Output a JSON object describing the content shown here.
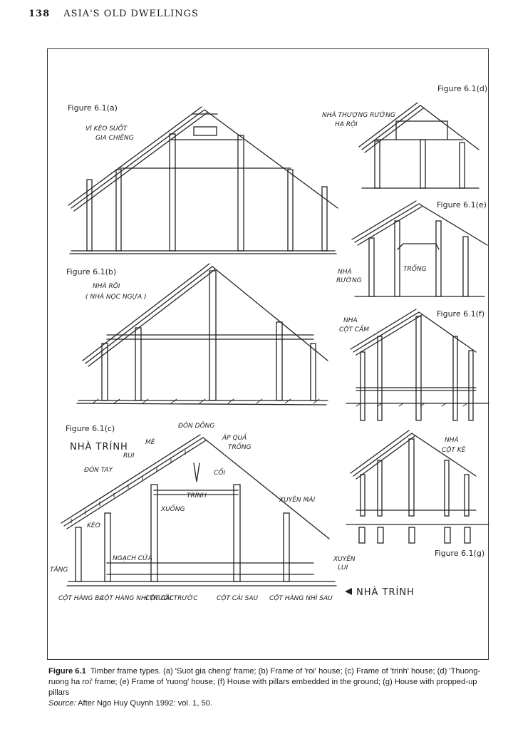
{
  "header": {
    "page_number": "138",
    "book_title": "ASIA'S OLD DWELLINGS"
  },
  "figures": {
    "a": {
      "label": "Figure 6.1(a)",
      "notes": [
        "VÌ KÈO SUỐT",
        "GIA CHIÊNG"
      ]
    },
    "b": {
      "label": "Figure 6.1(b)",
      "notes": [
        "NHÀ RỘI",
        "( NHÀ NỌC NGỰA )"
      ]
    },
    "c": {
      "label": "Figure 6.1(c)",
      "title": "NHÀ TRÍNH",
      "notes": [
        "ĐÒN DÔNG",
        "MÈ",
        "ÁP QUẢ",
        "TRỐNG",
        "RUI",
        "ĐÒN TAY",
        "CỐI",
        "TRÍNH",
        "XUỐNG",
        "XUYÊN MÁI",
        "KÈO",
        "NGẠCH CỬA",
        "TĂNG",
        "XUYÊN",
        "LUI"
      ],
      "bottom_notes": [
        "CỘT HÀNG BA",
        "CỘT HÀNG NHÌ TRƯỚC",
        "CỘT CÁI TRƯỚC",
        "CỘT CÁI SAU",
        "CỘT HÀNG NHÌ SAU"
      ],
      "arrow_label": "NHÀ TRÍNH"
    },
    "d": {
      "label": "Figure 6.1(d)",
      "notes": [
        "NHÀ THƯỢNG RƯỜNG",
        "HẠ RỘI"
      ]
    },
    "e": {
      "label": "Figure 6.1(e)",
      "notes": [
        "NHÀ",
        "RƯỜNG",
        "TRỐNG"
      ]
    },
    "f": {
      "label": "Figure 6.1(f)",
      "notes": [
        "NHÀ",
        "CỘT CẮM"
      ]
    },
    "g": {
      "label": "Figure 6.1(g)",
      "notes": [
        "NHÀ",
        "CỘT KÊ"
      ]
    }
  },
  "caption": {
    "figure_id": "Figure 6.1",
    "text": "Timber frame types. (a) 'Suot gia cheng' frame; (b) Frame of 'roi' house; (c) Frame of 'trinh' house; (d) 'Thuong-ruong ha roi' frame; (e) Frame of 'ruong' house; (f) House with pillars embedded in the ground; (g) House with propped-up pillars",
    "source_label": "Source:",
    "source_text": "After Ngo Huy Quynh 1992: vol. 1, 50."
  }
}
